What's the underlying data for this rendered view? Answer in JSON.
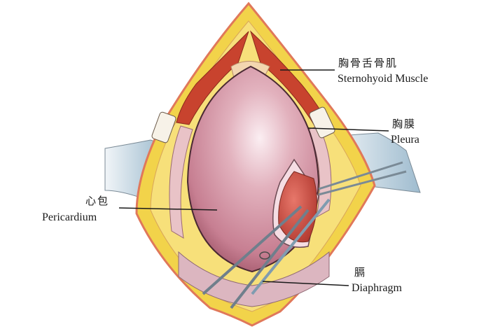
{
  "figure": {
    "subject": "Surgical exposure of pericardium via sternotomy",
    "colors": {
      "fat_yellow": "#f2d34a",
      "skin_edge": "#e0785a",
      "muscle_red": "#c8432e",
      "pericardium_pink": "#d59aa8",
      "pericardium_highlight": "#f6e6ec",
      "heart_red": "#c84a40",
      "retractor_blue": "#a9c4d6",
      "drape_white": "#eef3f6",
      "leader_line": "#1a1a1a"
    }
  },
  "labels": {
    "sternohyoid": {
      "zh": "胸骨舌骨肌",
      "en": "Sternohyoid Muscle"
    },
    "pleura": {
      "zh": "胸膜",
      "en": "Pleura"
    },
    "pericardium": {
      "zh": "心包",
      "en": "Pericardium"
    },
    "diaphragm": {
      "zh": "膈",
      "en": "Diaphragm"
    }
  }
}
